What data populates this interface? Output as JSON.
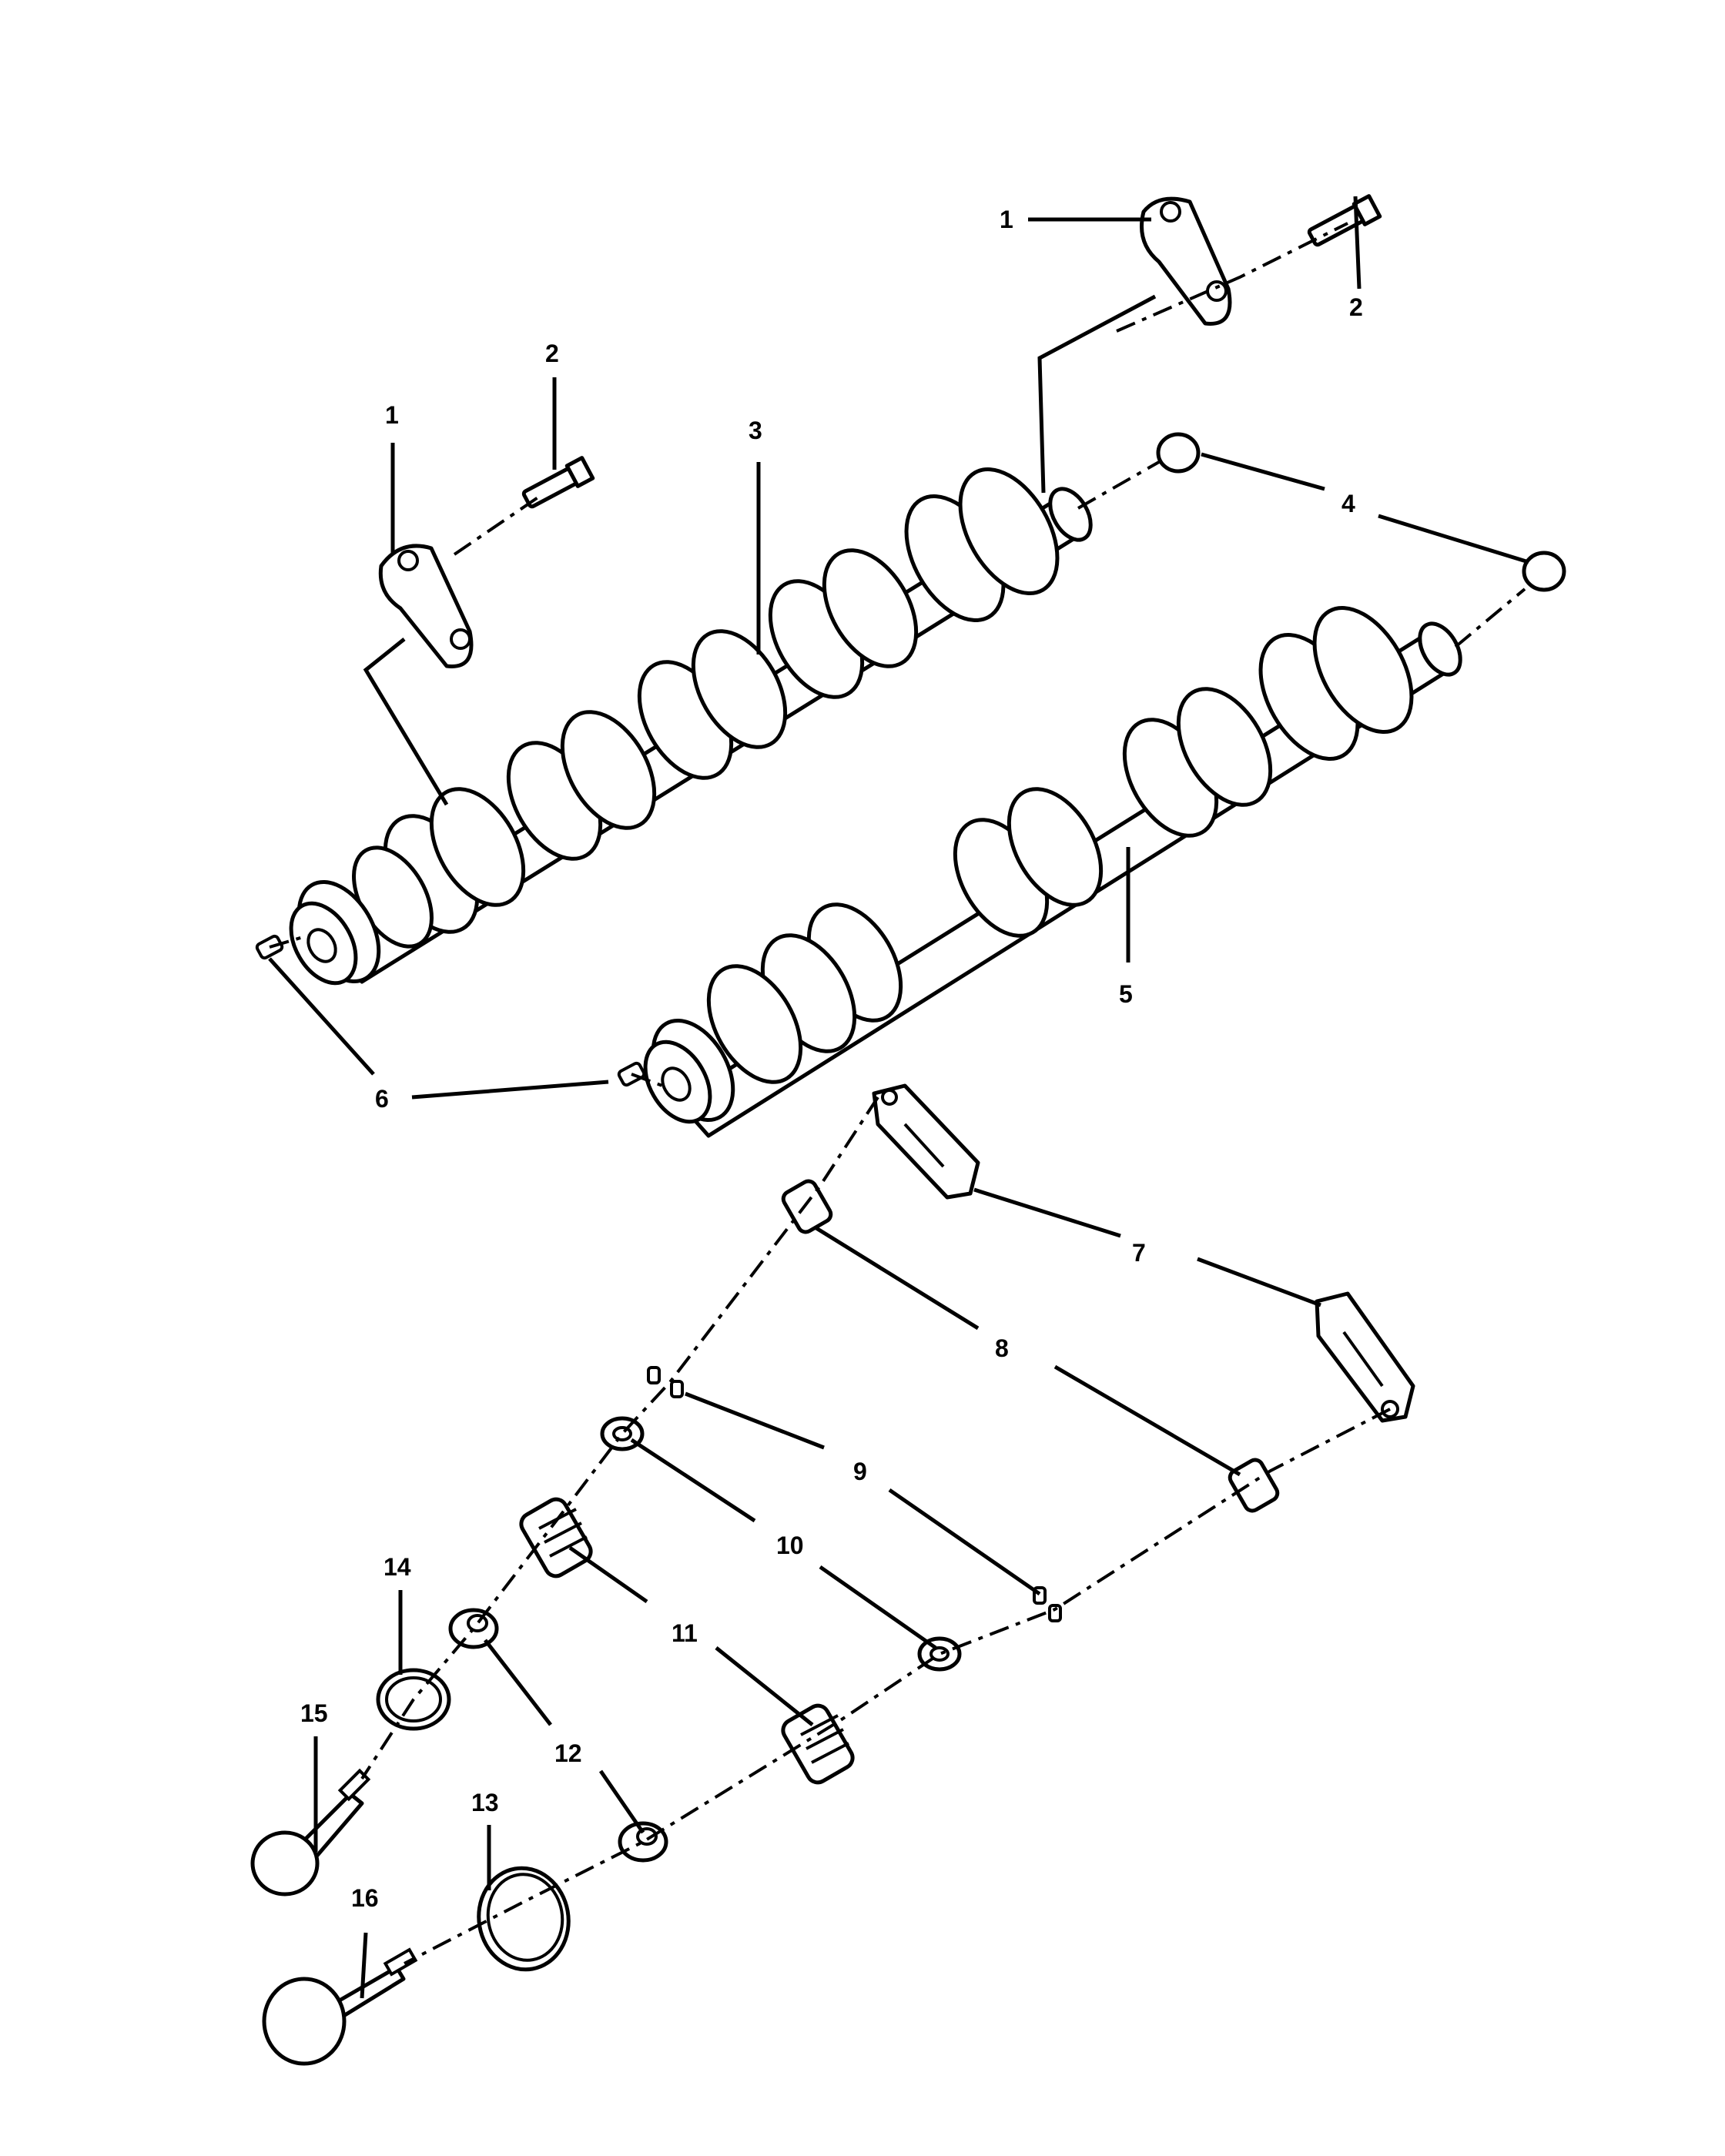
{
  "diagram": {
    "callouts": [
      {
        "id": "c1a",
        "text": "1"
      },
      {
        "id": "c1b",
        "text": "1"
      },
      {
        "id": "c2a",
        "text": "2"
      },
      {
        "id": "c2b",
        "text": "2"
      },
      {
        "id": "c3",
        "text": "3"
      },
      {
        "id": "c4",
        "text": "4"
      },
      {
        "id": "c5",
        "text": "5"
      },
      {
        "id": "c6",
        "text": "6"
      },
      {
        "id": "c7",
        "text": "7"
      },
      {
        "id": "c8",
        "text": "8"
      },
      {
        "id": "c9",
        "text": "9"
      },
      {
        "id": "c10",
        "text": "10"
      },
      {
        "id": "c11",
        "text": "11"
      },
      {
        "id": "c12",
        "text": "12"
      },
      {
        "id": "c13",
        "text": "13"
      },
      {
        "id": "c14",
        "text": "14"
      },
      {
        "id": "c15",
        "text": "15"
      },
      {
        "id": "c16",
        "text": "16"
      }
    ]
  }
}
